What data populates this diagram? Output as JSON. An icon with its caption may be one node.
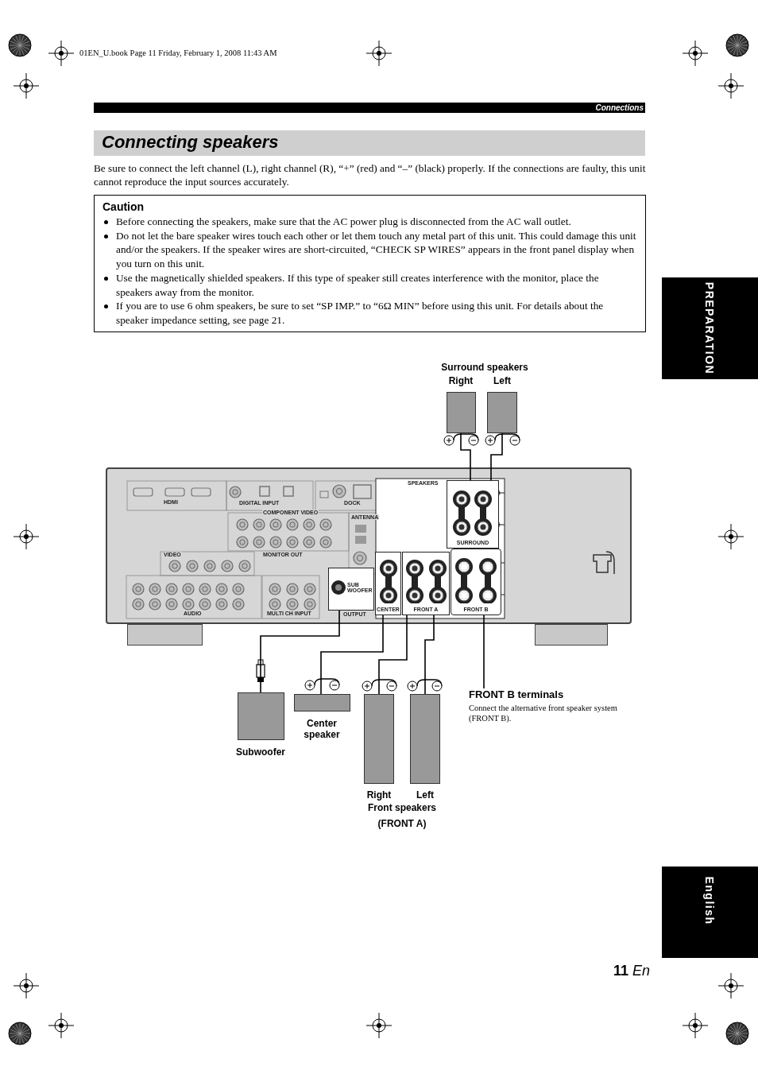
{
  "diagram": {
    "title": "Connecting speakers",
    "nodes": [
      {
        "text": [
          "Caution",
          "Before connecting the speakers, make sure that the AC power plug is disconnected from the AC wall outlet.",
          "Do not let the bare speaker wires touch each other or let them touch any metal part of this unit. This could damage this unit and/or the speakers. If the speaker wires are short-circuited, “CHECK SP WIRES” appears in the front panel display when you turn on this unit.",
          "Use the magnetically shielded speakers. If this type of speaker still creates interference with the monitor, place the speakers away from the monitor.",
          "If you are to use 6 ohm speakers, be sure to set “SP IMP.” to “6Ω MIN” before using this unit. For details about the speaker impedance setting, see page 21."
        ]
      },
      {
        "text": [
          "Right"
        ]
      },
      {
        "text": [
          "Left"
        ]
      },
      {
        "text": [],
        "shape": "box"
      },
      {
        "text": [
          "SURROUND"
        ],
        "in": 3
      },
      {
        "text": [
          "SUB WOOFER"
        ],
        "in": 3,
        "beside": [
          "OUTPUT"
        ]
      },
      {
        "text": [
          "CENTER"
        ],
        "in": 3
      },
      {
        "text": [
          "FRONT A"
        ],
        "in": 3
      },
      {
        "text": [
          "FRONT B"
        ],
        "in": 3
      },
      {
        "text": [
          "Subwoofer"
        ]
      },
      {
        "text": [
          "Center speaker"
        ]
      },
      {
        "text": [
          "Right"
        ]
      },
      {
        "text": [
          "Left"
        ]
      },
      {
        "text": [
          "FRONT B terminals",
          "Connect the alternative front speaker system (FRONT B)."
        ]
      },
      {
        "text": [],
        "shape": "box"
      },
      {
        "text": [],
        "shape": "box"
      }
    ],
    "edges": [
      {
        "from": 1,
        "to": 4,
        "arrow": "none"
      },
      {
        "from": 2,
        "to": 4,
        "arrow": "none"
      },
      {
        "from": 9,
        "to": 5,
        "arrow": "none"
      },
      {
        "from": 10,
        "to": 6,
        "arrow": "none"
      },
      {
        "from": 11,
        "to": 7,
        "arrow": "none"
      },
      {
        "from": 12,
        "to": 7,
        "arrow": "none"
      },
      {
        "from": 13,
        "to": 8,
        "arrow": "none"
      }
    ],
    "labels": [
      "01EN_U.book Page 11 Friday, February 1, 2008 11:43 AM",
      "Connections",
      "Be sure to connect the left channel (L), right channel (R), “+” (red) and “–” (black) properly. If the connections are faulty, this unit cannot reproduce the input sources accurately.",
      "PREPARATION",
      "Surround speakers",
      "SPEAKERS",
      "HDMI",
      "DIGITAL INPUT",
      "DOCK",
      "COMPONENT VIDEO",
      "ANTENNA",
      "VIDEO",
      "MONITOR OUT",
      "AUDIO",
      "MULTI CH INPUT",
      "Front speakers",
      "(FRONT A)",
      "English",
      "**11** *En*"
    ]
  }
}
